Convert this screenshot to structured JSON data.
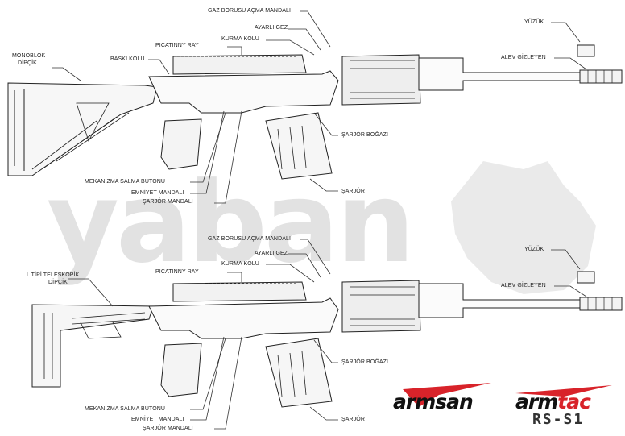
{
  "watermark": {
    "text": "yaban"
  },
  "top_rifle": {
    "labels": {
      "gaz_borusu": "GAZ BORUSU AÇMA MANDALI",
      "ayarli_gez": "AYARLI GEZ",
      "kurma_kolu": "KURMA KOLU",
      "picatinny": "PICATINNY RAY",
      "monoblok_1": "MONOBLOK",
      "monoblok_2": "DİPÇİK",
      "baski_kolu": "BASKI KOLU",
      "yuzuk": "YÜZÜK",
      "alev_gizleyen": "ALEV GİZLEYEN",
      "sarjor_bogazi": "ŞARJÖR BOĞAZI",
      "mekanizma": "MEKANİZMA SALMA BUTONU",
      "emniyet": "EMNİYET MANDALI",
      "sarjor_mandali": "ŞARJÖR MANDALI",
      "sarjor": "ŞARJÖR"
    }
  },
  "bottom_rifle": {
    "labels": {
      "gaz_borusu": "GAZ BORUSU AÇMA MANDALI",
      "ayarli_gez": "AYARLI GEZ",
      "kurma_kolu": "KURMA KOLU",
      "picatinny": "PICATINNY RAY",
      "l_tipi_1": "L TİPİ TELESKOPİK",
      "l_tipi_2": "DİPÇİK",
      "yuzuk": "YÜZÜK",
      "alev_gizleyen": "ALEV GİZLEYEN",
      "sarjor_bogazi": "ŞARJÖR BOĞAZI",
      "mekanizma": "MEKANİZMA SALMA BUTONU",
      "emniyet": "EMNİYET MANDALI",
      "sarjor_mandali": "ŞARJÖR MANDALI",
      "sarjor": "ŞARJÖR"
    }
  },
  "brand": {
    "armsan": "armsan",
    "armtac_1": "arm",
    "armtac_2": "tac",
    "model": "RS-S1",
    "accent_color": "#d8232a"
  }
}
